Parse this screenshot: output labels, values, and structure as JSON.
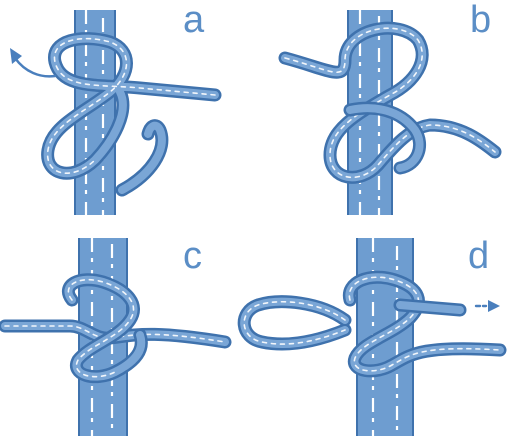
{
  "colors": {
    "rope": "#3f72ad",
    "rope_light": "#7aa6d6",
    "label": "#5b8ec6",
    "background": "#ffffff"
  },
  "panels": [
    {
      "label": "a",
      "arrow": "left-up-arrow"
    },
    {
      "label": "b"
    },
    {
      "label": "c"
    },
    {
      "label": "d",
      "arrow": "right-dashed-arrow"
    }
  ]
}
